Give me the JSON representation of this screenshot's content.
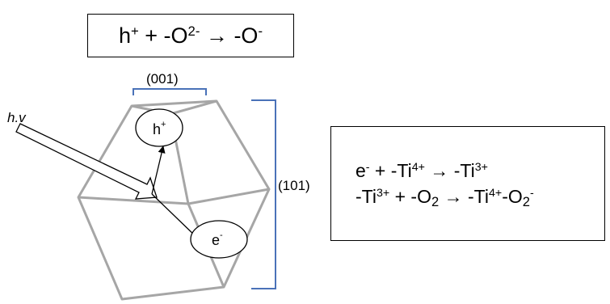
{
  "equations": {
    "hole_reaction": {
      "parts": [
        "h",
        "+",
        " + -O",
        "2-",
        " → -O",
        "-"
      ]
    },
    "electron_reactions": [
      {
        "parts": [
          "e",
          "-",
          " + -Ti",
          "4+",
          " → -Ti",
          "3+"
        ]
      },
      {
        "parts": [
          "-Ti",
          "3+",
          " + -O",
          "2",
          " → -Ti",
          "4+",
          "-O",
          "2",
          "-"
        ]
      }
    ]
  },
  "labels": {
    "facet_top": "(001)",
    "facet_side": "(101)",
    "photon": "h.v",
    "hole": "h",
    "hole_charge": "+",
    "electron": "e",
    "electron_charge": "-"
  },
  "colors": {
    "crystal_edges": "#a6a6a6",
    "facet_brackets": "#4a72b8",
    "ink": "#000000"
  }
}
